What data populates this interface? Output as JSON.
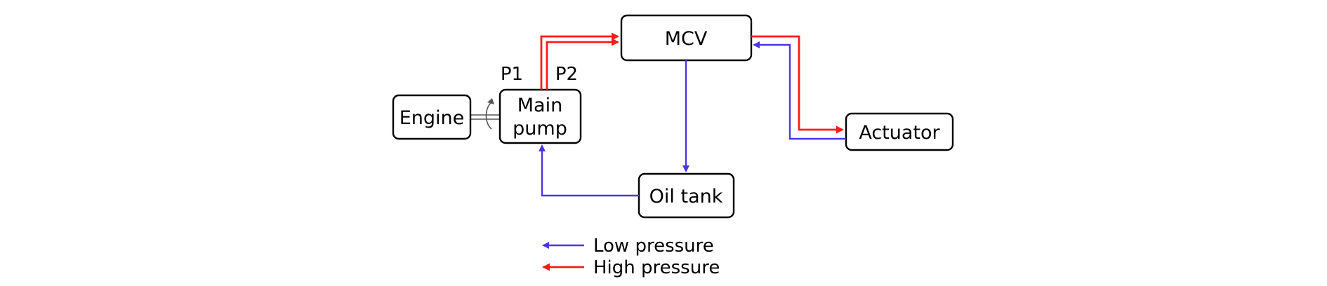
{
  "colors": {
    "low_pressure": "#4a35e8",
    "high_pressure": "#ff1a1a"
  },
  "nodes": {
    "engine": "Engine",
    "main_pump_line1": "Main",
    "main_pump_line2": "pump",
    "mcv": "MCV",
    "actuator": "Actuator",
    "oil_tank": "Oil tank"
  },
  "ports": {
    "p1": "P1",
    "p2": "P2"
  },
  "legend": {
    "low": "Low pressure",
    "high": "High pressure"
  },
  "icons": {
    "rotation": "rotation-arrow-icon"
  }
}
